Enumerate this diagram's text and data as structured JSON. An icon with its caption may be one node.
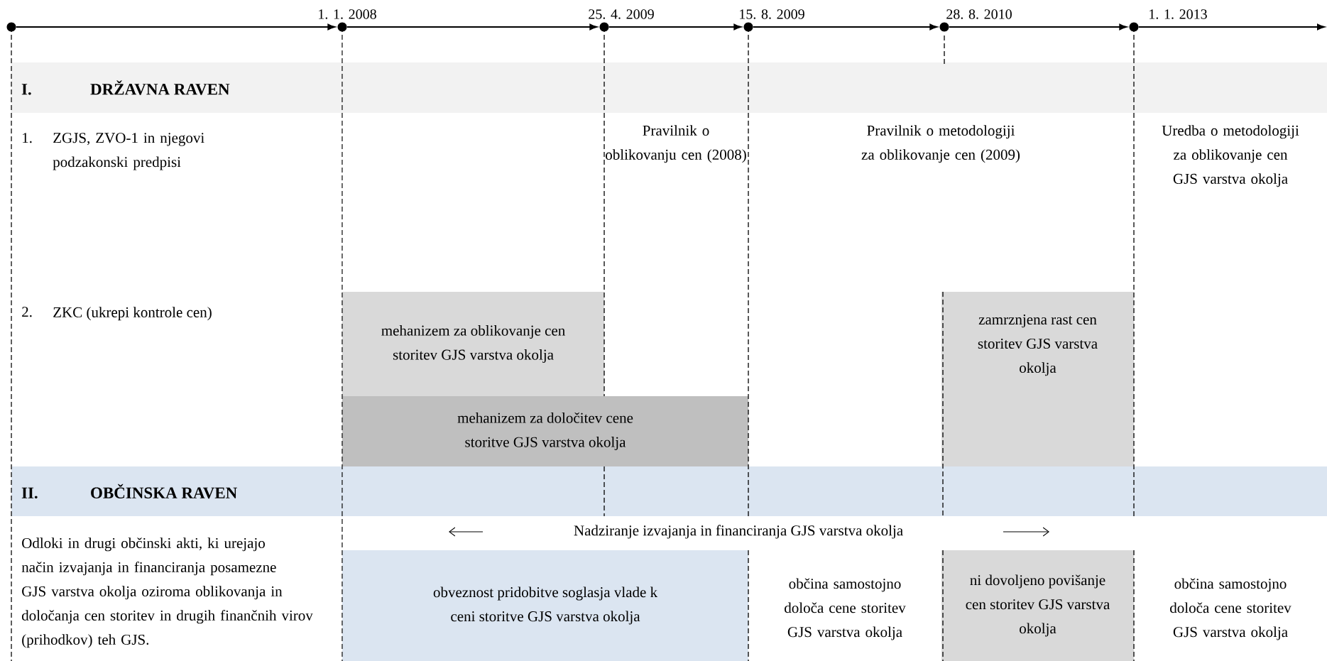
{
  "diagram": {
    "nodes": [
      {
        "text": [
          "I.",
          "DRŽAVNA RAVEN"
        ]
      },
      {
        "text": [
          "mehanizem za oblikovanje cen storitev GJS varstva okolja"
        ]
      },
      {
        "text": [
          "mehanizem za določitev cene storitve GJS varstva okolja"
        ]
      },
      {
        "text": [
          "zamrznjena rast cen storitev GJS varstva okolja"
        ]
      },
      {
        "text": [
          "II.",
          "OBČINSKA RAVEN"
        ]
      },
      {
        "text": [
          "obveznost pridobitve soglasja vlade k ceni storitve GJS varstva okolja"
        ]
      },
      {
        "text": [
          "ni dovoljeno povišanje cen storitev GJS varstva okolja"
        ]
      },
      {
        "text": [],
        "shape": "circle"
      },
      {
        "text": [],
        "shape": "circle",
        "beside": [
          "1. 1. 2008"
        ]
      },
      {
        "text": [],
        "shape": "circle",
        "beside": [
          "25. 4. 2009"
        ]
      },
      {
        "text": [],
        "shape": "circle",
        "beside": [
          "15. 8. 2009"
        ]
      },
      {
        "text": [],
        "shape": "circle",
        "beside": [
          "28. 8. 2010"
        ]
      },
      {
        "text": [],
        "shape": "circle",
        "beside": [
          "1. 1. 2013"
        ]
      }
    ],
    "edges": [
      {
        "from": 7,
        "to": 8,
        "arrow": "to"
      },
      {
        "from": 8,
        "to": 9,
        "arrow": "to"
      },
      {
        "from": 9,
        "to": 10,
        "arrow": "to"
      },
      {
        "from": 10,
        "to": 11,
        "arrow": "to"
      },
      {
        "from": 11,
        "to": 12,
        "arrow": "to"
      },
      {
        "from": 12,
        "to": null,
        "arrow": "to"
      }
    ],
    "labels": [
      "1.",
      "ZGJS, ZVO-1 in njegovi podzakonski predpisi",
      "Pravilnik o oblikovanju cen (2008)",
      "Pravilnik o metodologiji za oblikovanje cen (2009)",
      "Uredba o metodologiji za oblikovanje cen GJS varstva okolja",
      "2.",
      "ZKC (ukrepi kontrole cen)",
      "Odloki in drugi občinski akti, ki urejajo način izvajanja in financiranja posamezne GJS varstva okolja oziroma oblikovanja in določanja cen storitev in drugih finančnih virov (prihodkov) teh GJS.",
      "Nadziranje izvajanja in financiranja GJS varstva okolja",
      "občina samostojno določa cene storitev GJS varstva okolja",
      "občina samostojno določa cene storitev GJS varstva okolja"
    ]
  }
}
